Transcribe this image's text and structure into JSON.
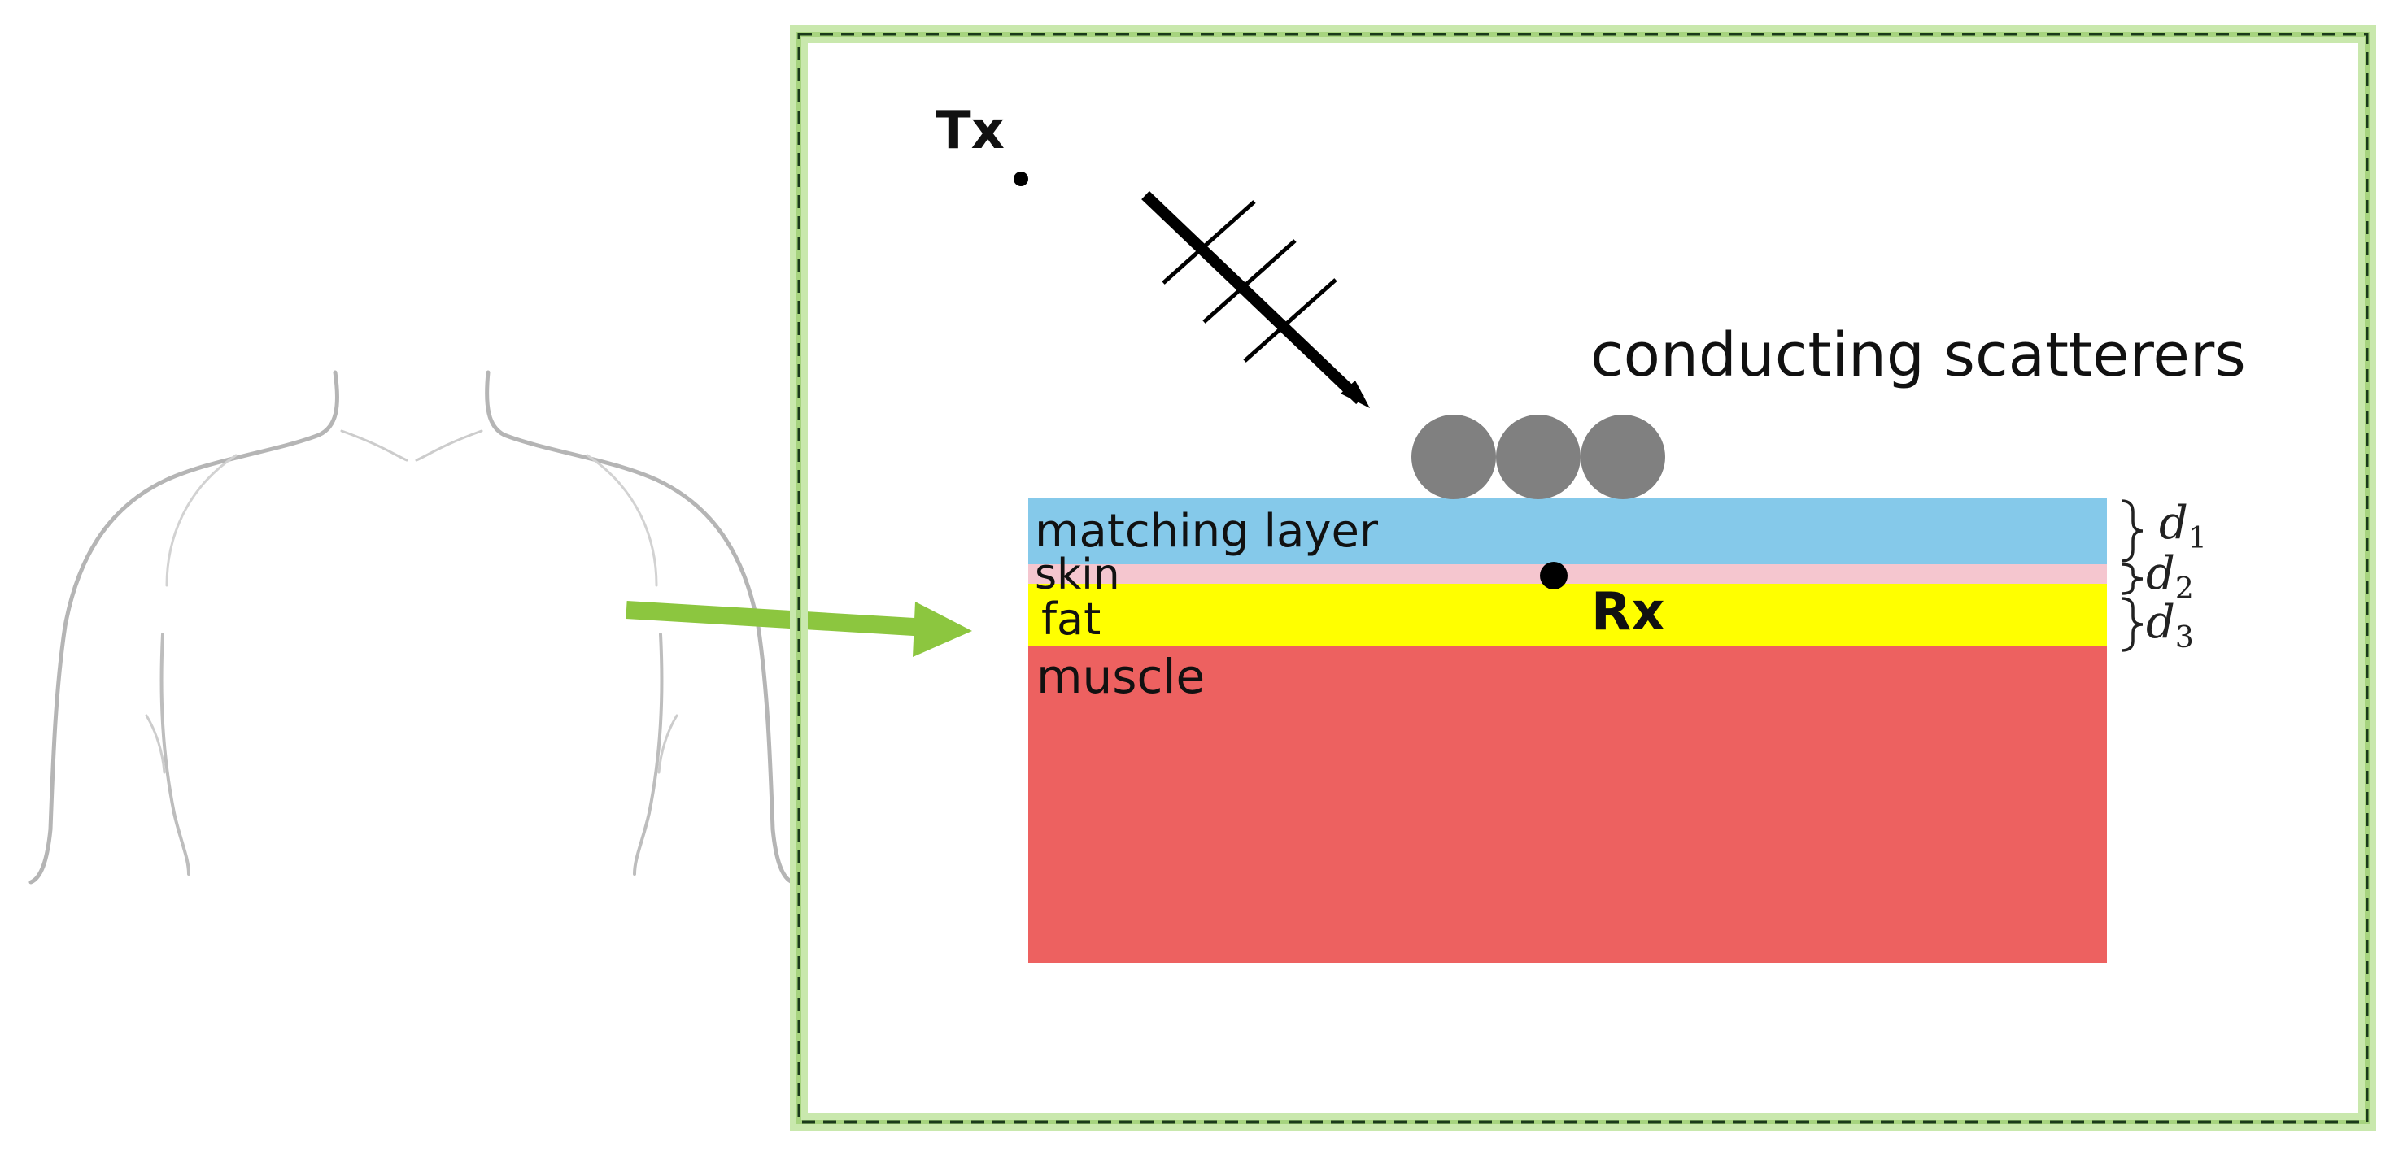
{
  "labels": {
    "tx": "Tx",
    "rx": "Rx",
    "scatterers": "conducting scatterers"
  },
  "layers": [
    {
      "name": "matching layer",
      "thickness_symbol": "d",
      "thickness_index": "1",
      "color": "#85c9ea"
    },
    {
      "name": "skin",
      "thickness_symbol": "d",
      "thickness_index": "2",
      "color": "#f5c6cf"
    },
    {
      "name": "fat",
      "thickness_symbol": "d",
      "thickness_index": "3",
      "color": "#ffff00"
    },
    {
      "name": "muscle",
      "color": "#ed6160"
    }
  ],
  "colors": {
    "inset_border": "#b8df95",
    "inset_dash": "#1a3a1a",
    "pointer_arrow": "#8cc63f",
    "scatterer": "#808080",
    "body_outline": "#aaaaaa"
  }
}
